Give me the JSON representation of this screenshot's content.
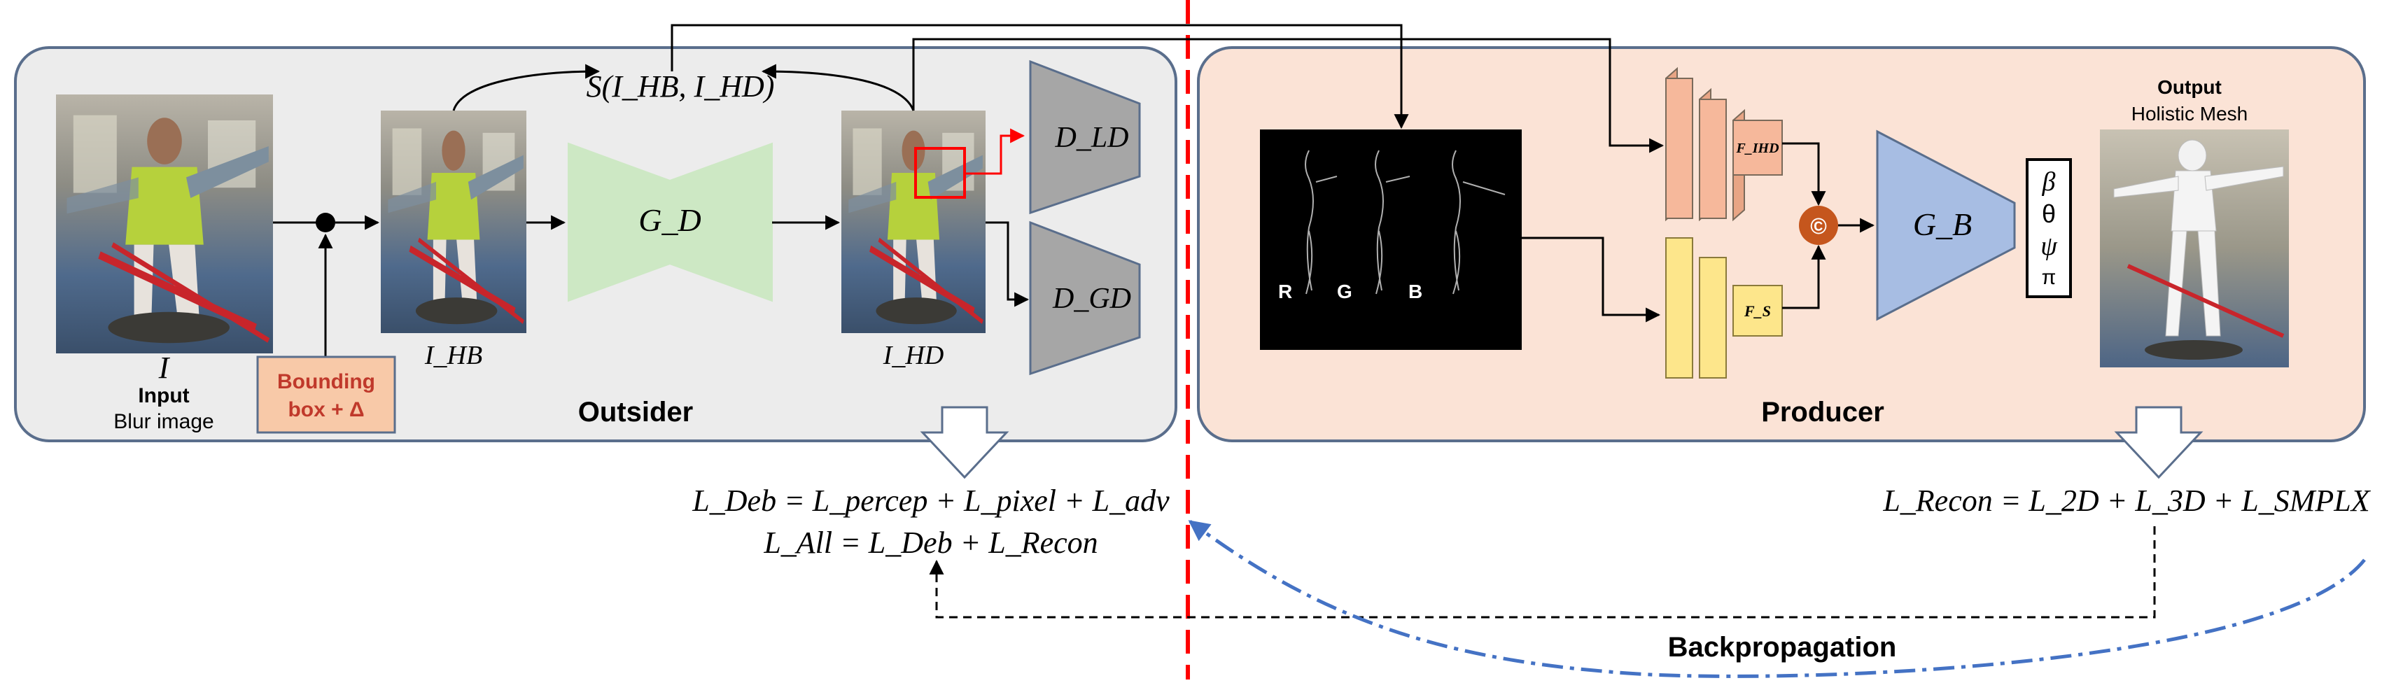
{
  "outsider": {
    "title": "Outsider",
    "input_symbol": "I",
    "input_label": "Input",
    "input_sublabel": "Blur image",
    "bbox_line1": "Bounding",
    "bbox_line2": "box + Δ",
    "ihb_label": "I_HB",
    "ihd_label": "I_HD",
    "generator": "G_D",
    "disc_local": "D_LD",
    "disc_global": "D_GD",
    "similarity": "S(I_HB, I_HD)"
  },
  "producer": {
    "title": "Producer",
    "channels": [
      "R",
      "G",
      "B"
    ],
    "feat_ihd": "F_IHD",
    "feat_s": "F_S",
    "concat_symbol": "©",
    "generator": "G_B",
    "params": [
      "β",
      "θ",
      "ψ",
      "π"
    ],
    "output_label": "Output",
    "output_sublabel": "Holistic Mesh"
  },
  "equations": {
    "deb": "L_Deb = L_percep + L_pixel + L_adv",
    "all": "L_All = L_Deb + L_Recon",
    "recon": "L_Recon = L_2D + L_3D + L_SMPLX"
  },
  "backprop_label": "Backpropagation",
  "colors": {
    "outsider_bg": "#ececec",
    "producer_bg": "#fbe3d6",
    "panel_border": "#5a6e8c",
    "bbox_fill": "#f8c9a8",
    "generator_fill": "#cde8c4",
    "disc_fill": "#a6a6a6",
    "gb_fill": "#a7bde3",
    "feat_orange": "#f6b89b",
    "feat_yellow": "#fde68b",
    "concat_fill": "#c5561d",
    "divider_red": "#ff0000",
    "backprop_blue": "#4472c4"
  }
}
